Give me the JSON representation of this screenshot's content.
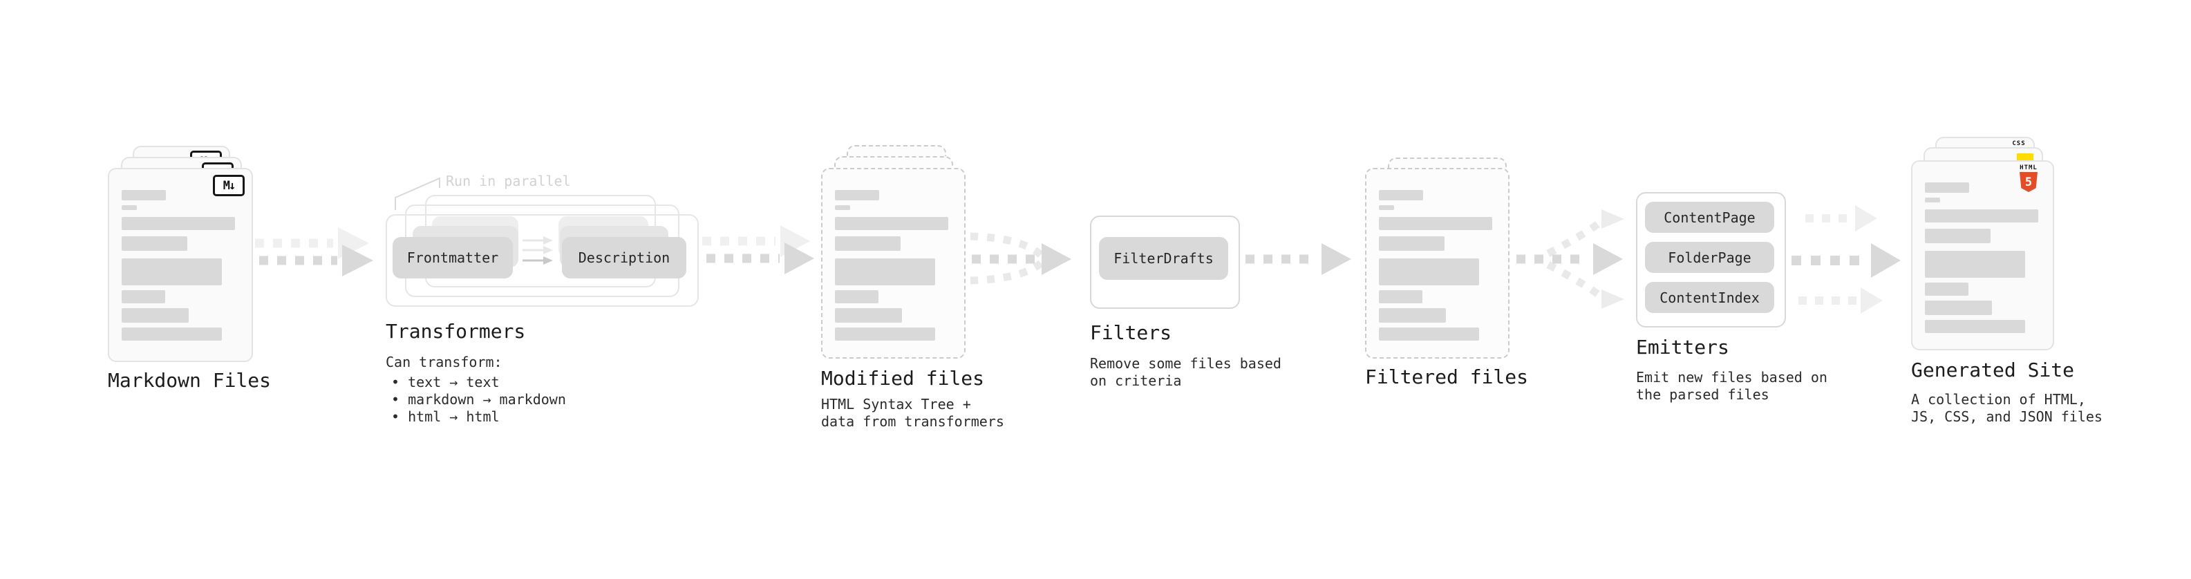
{
  "stages": {
    "markdown_files": {
      "label": "Markdown Files",
      "badge": "M↓"
    },
    "transformers": {
      "label": "Transformers",
      "annotation": "Run in parallel",
      "left_pill": "Frontmatter",
      "right_pill": "Description",
      "desc_title": "Can transform:",
      "bullets": [
        "• text → text",
        "• markdown → markdown",
        "• html → html"
      ]
    },
    "modified_files": {
      "label": "Modified files",
      "desc": [
        "HTML Syntax Tree +",
        "data from transformers"
      ]
    },
    "filters": {
      "label": "Filters",
      "pill": "FilterDrafts",
      "desc": [
        "Remove some files based",
        "on criteria"
      ]
    },
    "filtered_files": {
      "label": "Filtered files"
    },
    "emitters": {
      "label": "Emitters",
      "pills": [
        "ContentPage",
        "FolderPage",
        "ContentIndex"
      ],
      "desc": [
        "Emit new files based on",
        "the parsed files"
      ]
    },
    "generated_site": {
      "label": "Generated Site",
      "desc": [
        "A collection of HTML,",
        "JS, CSS, and JSON files"
      ],
      "badges": {
        "css": "CSS",
        "html_word": "HTML",
        "html_number": "5"
      }
    }
  },
  "colors": {
    "html5_orange": "#e44d26",
    "js_yellow": "#ffdd00",
    "css_blue": "#2b6bf3",
    "arrow_gray": "#d9d9d9",
    "arrow_light": "#ececec",
    "text_dark": "#1c1c1c",
    "placeholder_gray": "#d9d9d9"
  }
}
